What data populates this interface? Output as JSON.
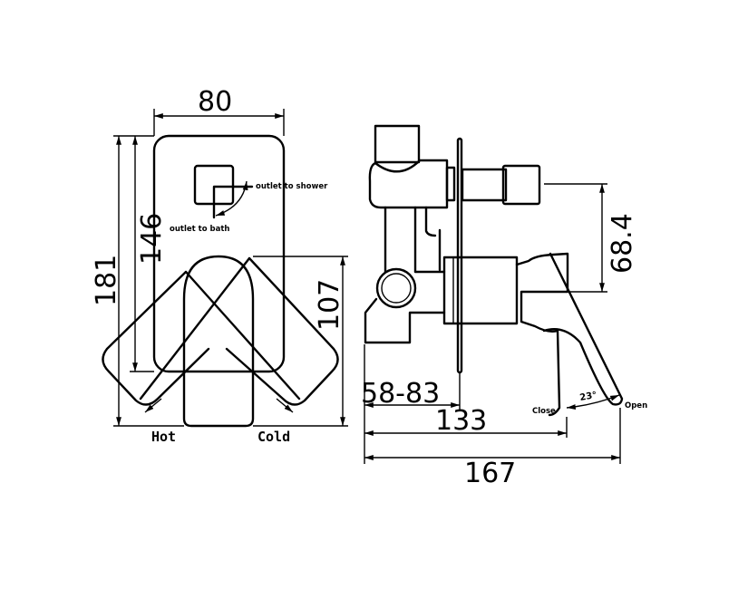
{
  "front_view": {
    "width_dim": "80",
    "height_dim": "181",
    "plate_height_dim": "146",
    "lever_height_dim": "107",
    "hot_label": "Hot",
    "cold_label": "Cold",
    "outlet_shower_label": "outlet to shower",
    "outlet_bath_label": "outlet to bath"
  },
  "side_view": {
    "outlet_spacing_dim": "68.4",
    "wall_depth_dim": "58-83",
    "depth_dim": "133",
    "total_depth_dim": "167",
    "angle_label": "23°",
    "close_label": "Close",
    "open_label": "Open"
  }
}
